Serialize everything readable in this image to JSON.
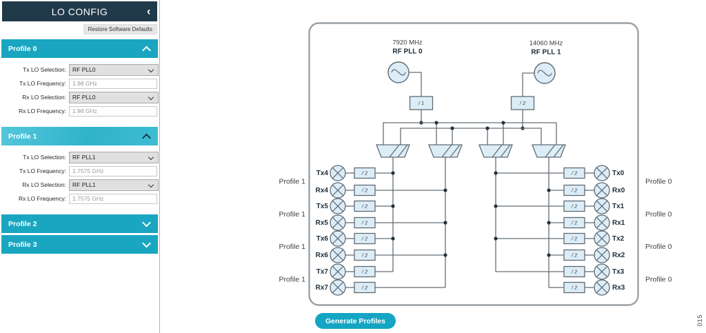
{
  "sidebar": {
    "title": "LO CONFIG",
    "icons": {
      "sidebar_collapse": "‹"
    },
    "restore_button": "Restore Software Defaults",
    "profiles": [
      {
        "name": "Profile 0",
        "expanded": true,
        "active": false,
        "fields": [
          {
            "label": "Tx LO Selection:",
            "type": "select",
            "value": "RF PLL0"
          },
          {
            "label": "Tx LO Frequency:",
            "type": "input",
            "value": "1.98 GHz"
          },
          {
            "label": "Rx LO Selection:",
            "type": "select",
            "value": "RF PLL0"
          },
          {
            "label": "Rx LO Frequency:",
            "type": "input",
            "value": "1.98 GHz"
          }
        ]
      },
      {
        "name": "Profile 1",
        "expanded": true,
        "active": true,
        "fields": [
          {
            "label": "Tx LO Selection:",
            "type": "select",
            "value": "RF PLL1"
          },
          {
            "label": "Tx LO Frequency:",
            "type": "input",
            "value": "1.7575 GHz"
          },
          {
            "label": "Rx LO Selection:",
            "type": "select",
            "value": "RF PLL1"
          },
          {
            "label": "Rx LO Frequency:",
            "type": "input",
            "value": "1.7575 GHz"
          }
        ]
      },
      {
        "name": "Profile 2",
        "expanded": false,
        "active": false,
        "fields": []
      },
      {
        "name": "Profile 3",
        "expanded": false,
        "active": false,
        "fields": []
      }
    ]
  },
  "diagram": {
    "pll0": {
      "frequency": "7920 MHz",
      "label": "RF PLL 0",
      "divider": "/ 1"
    },
    "pll1": {
      "frequency": "14060 MHz",
      "label": "RF PLL 1",
      "divider": "/ 2"
    },
    "channel_divider": "/ 2",
    "left_channels": [
      "Tx4",
      "Rx4",
      "Tx5",
      "Rx5",
      "Tx6",
      "Rx6",
      "Tx7",
      "Rx7"
    ],
    "right_channels": [
      "Tx0",
      "Rx0",
      "Tx1",
      "Rx1",
      "Tx2",
      "Rx2",
      "Tx3",
      "Rx3"
    ],
    "left_profile_labels": [
      "Profile 1",
      "Profile 1",
      "Profile 1",
      "Profile 1"
    ],
    "right_profile_labels": [
      "Profile 0",
      "Profile 0",
      "Profile 0",
      "Profile 0"
    ],
    "colors": {
      "shape_fill": "#ddedf7",
      "shape_stroke": "#5f6a73",
      "line": "#636d75",
      "dot": "#24313c",
      "channel_label": "#1d2c37",
      "text": "#3a3a3a",
      "frame": "#9aa0a6",
      "accent": "#14a5c3",
      "header_navy": "#20394b",
      "teal": "#1aa6c0"
    }
  },
  "generate_button": "Generate Profiles",
  "figure_number": "015"
}
